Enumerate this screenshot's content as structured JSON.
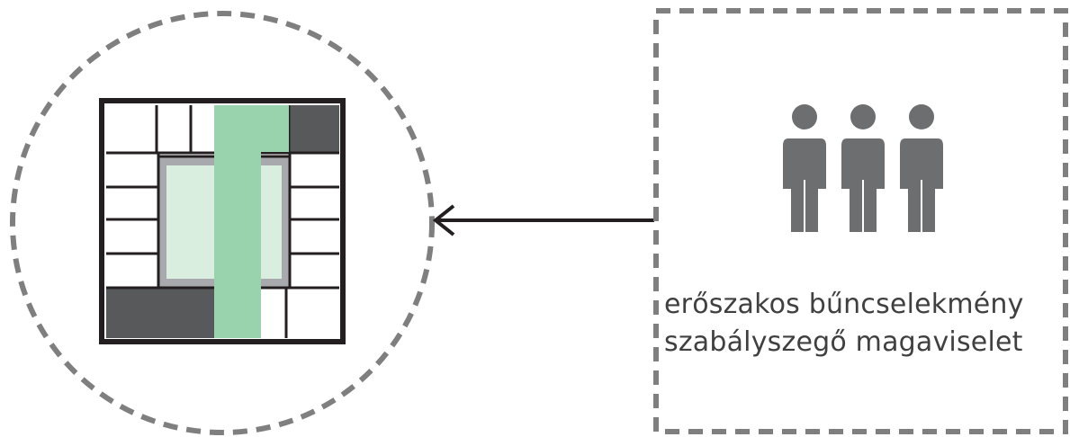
{
  "diagram": {
    "caption_lines": [
      "erőszakos bűncselekmény",
      "szabályszegő magaviselet"
    ],
    "people_count": 3,
    "colors": {
      "border_dash": "#7f7f7f",
      "arrow": "#231f20",
      "person": "#6d6e70",
      "grid_line": "#231f20",
      "dark_cell": "#58595b",
      "green_stripe": "#99d3ad",
      "light_green": "#d9eedf",
      "inner_frame": "#a7a9ac",
      "caption_text": "#404040"
    },
    "icons": {
      "people": "person-icon",
      "arrow": "arrow-left-icon",
      "building": "building-plan-icon"
    }
  }
}
